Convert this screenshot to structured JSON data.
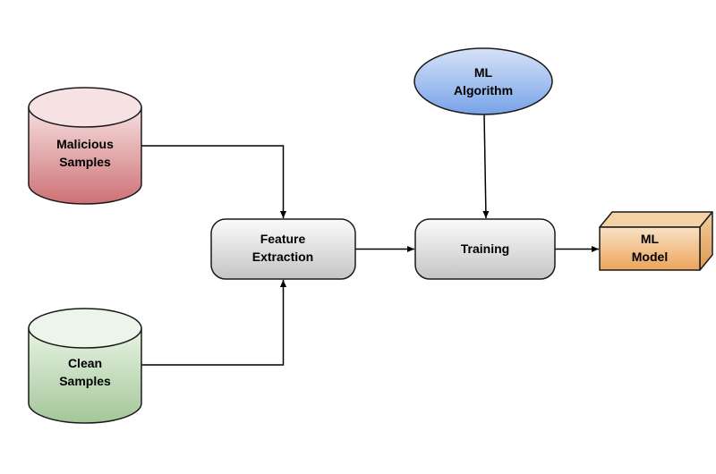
{
  "diagram": {
    "type": "flowchart",
    "background": "#ffffff",
    "stroke_color": "#1a1a1a",
    "nodes": {
      "malicious_samples": {
        "label": "Malicious\nSamples",
        "shape": "cylinder",
        "fill_top": "#f6e0e1",
        "fill_bottom": "#ce7175"
      },
      "clean_samples": {
        "label": "Clean\nSamples",
        "shape": "cylinder",
        "fill_top": "#e9f3e4",
        "fill_bottom": "#a2c799"
      },
      "feature_extraction": {
        "label": "Feature\nExtraction",
        "shape": "rounded-rectangle",
        "fill_top": "#fbfbfb",
        "fill_bottom": "#c5c5c5"
      },
      "ml_algorithm": {
        "label": "ML\nAlgorithm",
        "shape": "ellipse",
        "fill_top": "#d6e3f8",
        "fill_bottom": "#77a2e8"
      },
      "training": {
        "label": "Training",
        "shape": "rounded-rectangle",
        "fill_top": "#fbfbfb",
        "fill_bottom": "#c5c5c5"
      },
      "ml_model": {
        "label": "ML\nModel",
        "shape": "cube",
        "fill_top": "#f9e2c4",
        "fill_bottom": "#eba45c"
      }
    },
    "edges": [
      {
        "from": "malicious_samples",
        "to": "feature_extraction",
        "style": "elbow-arrow"
      },
      {
        "from": "clean_samples",
        "to": "feature_extraction",
        "style": "elbow-arrow"
      },
      {
        "from": "feature_extraction",
        "to": "training",
        "style": "straight-arrow"
      },
      {
        "from": "ml_algorithm",
        "to": "training",
        "style": "straight-arrow"
      },
      {
        "from": "training",
        "to": "ml_model",
        "style": "straight-arrow"
      }
    ]
  }
}
